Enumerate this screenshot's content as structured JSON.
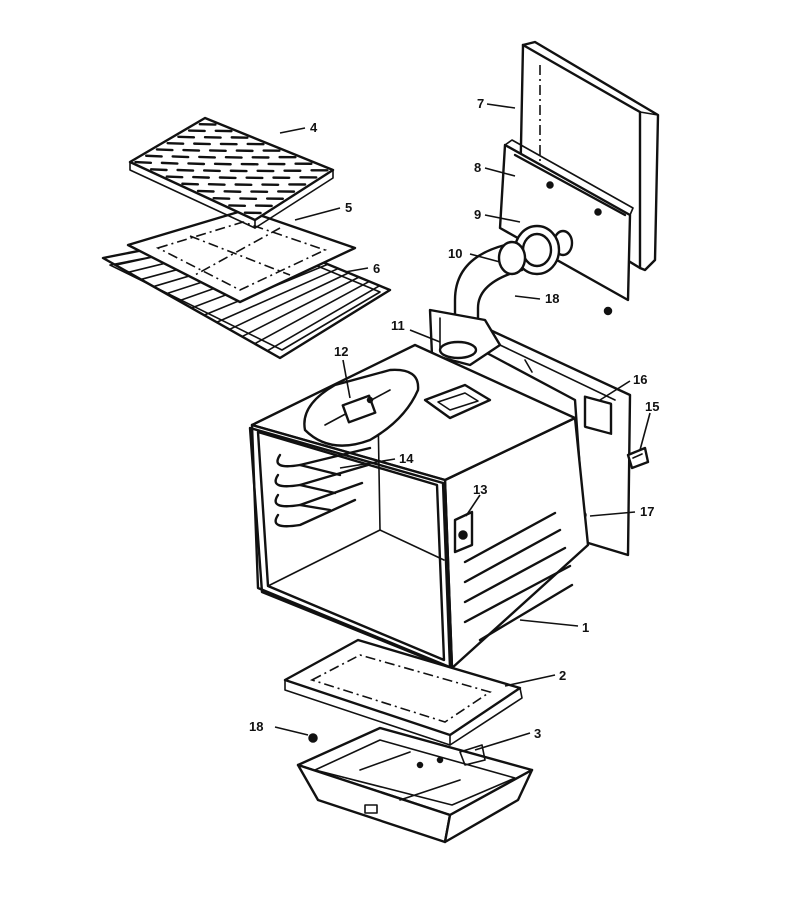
{
  "callouts": [
    {
      "id": "1",
      "label": "1"
    },
    {
      "id": "2",
      "label": "2"
    },
    {
      "id": "3",
      "label": "3"
    },
    {
      "id": "4",
      "label": "4"
    },
    {
      "id": "5",
      "label": "5"
    },
    {
      "id": "6",
      "label": "6"
    },
    {
      "id": "7",
      "label": "7"
    },
    {
      "id": "8",
      "label": "8"
    },
    {
      "id": "9",
      "label": "9"
    },
    {
      "id": "10",
      "label": "10"
    },
    {
      "id": "11",
      "label": "11"
    },
    {
      "id": "12",
      "label": "12"
    },
    {
      "id": "13",
      "label": "13"
    },
    {
      "id": "14",
      "label": "14"
    },
    {
      "id": "15",
      "label": "15"
    },
    {
      "id": "16",
      "label": "16"
    },
    {
      "id": "17",
      "label": "17"
    },
    {
      "id": "18a",
      "label": "18"
    },
    {
      "id": "18b",
      "label": "18"
    }
  ]
}
